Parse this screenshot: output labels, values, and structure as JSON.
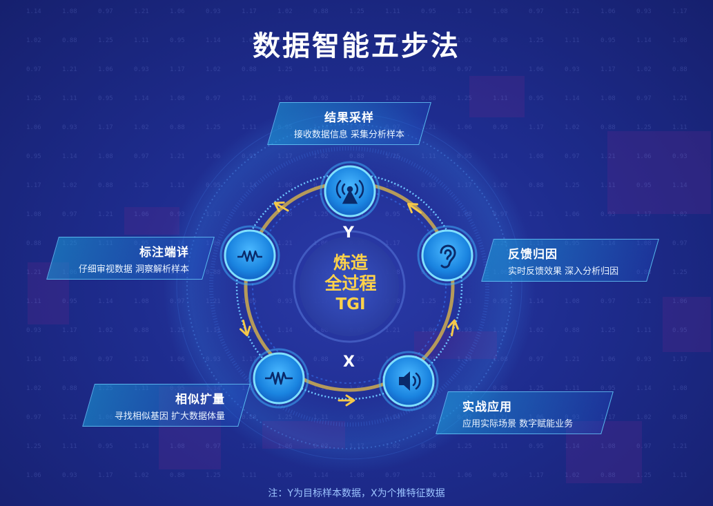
{
  "title": "数据智能五步法",
  "center": {
    "line1": "炼造",
    "line2": "全过程",
    "line3": "TGI"
  },
  "axis": {
    "y": "Y",
    "x": "X"
  },
  "steps": [
    {
      "name": "结果采样",
      "desc": "接收数据信息  采集分析样本",
      "icon": "broadcast-tower-icon"
    },
    {
      "name": "反馈归因",
      "desc": "实时反馈效果  深入分析归因",
      "icon": "ear-icon"
    },
    {
      "name": "实战应用",
      "desc": "应用实际场景  数字赋能业务",
      "icon": "speaker-icon"
    },
    {
      "name": "相似扩量",
      "desc": "寻找相似基因  扩大数据体量",
      "icon": "waveform-icon"
    },
    {
      "name": "标注端详",
      "desc": "仔细审视数据  洞察解析样本",
      "icon": "waveform-icon"
    }
  ],
  "note": "注：Y为目标样本数据，X为个推特征数据",
  "colors": {
    "background": "#1e2c8e",
    "node_fill": "#1e8fe8",
    "node_border": "#7fe0ff",
    "center_text": "#ffd24a",
    "arrow": "#f5c84a",
    "card_border": "#6ed2ff"
  }
}
